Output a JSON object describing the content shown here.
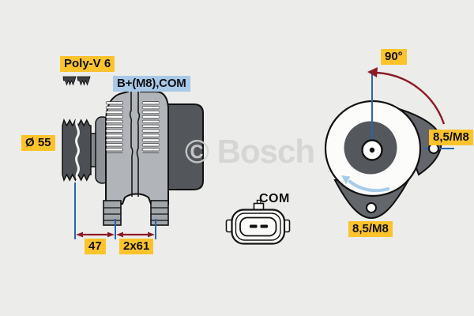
{
  "watermark": {
    "text": "© Bosch"
  },
  "labels": {
    "belt_type": "Poly-V 6",
    "terminals": "B+(M8),COM",
    "pulley_diameter": "Ø 55",
    "dim_pulley_offset": "47",
    "dim_foot_spacing": "2x61",
    "connector": "COM",
    "mounting_angle": "90°",
    "mounting_hole_right": "8,5/M8",
    "mounting_hole_bottom": "8,5/M8"
  },
  "icons": {
    "belt_profile": "poly-v-belt-cross-section-icon",
    "rotation_direction": "counterclockwise-curved-arrow-icon",
    "angle_dimension": "curved-angle-arrow-icon"
  },
  "colors": {
    "background": "#ECECEA",
    "label_yellow": "#FCC32B",
    "label_blue": "#A9C9E8",
    "dimension_red": "#8C1A26",
    "reference_blue": "#2766AE",
    "rotation_blue": "#A6CBEB",
    "watermark_gray": "#D3D3D3",
    "housing_gray": "#B1B4B8",
    "rear_cover_gray": "#53565A",
    "pulley_gray": "#4C4F53"
  }
}
